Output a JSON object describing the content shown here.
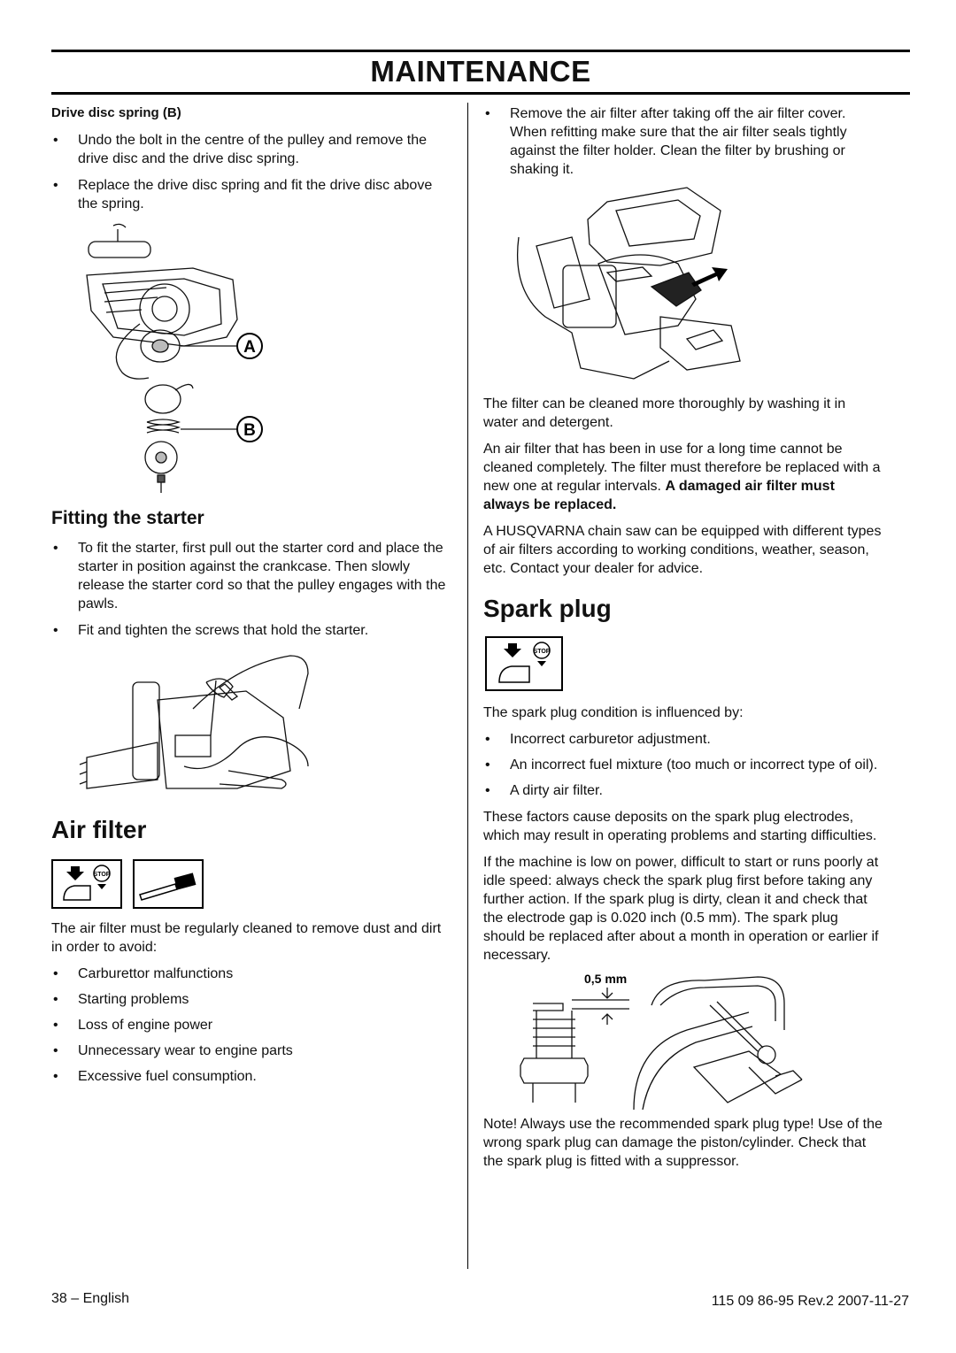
{
  "header": {
    "title": "MAINTENANCE"
  },
  "left": {
    "drive_disc_heading": "Drive disc spring (B)",
    "drive_disc_bullets": [
      "Undo the bolt in the centre of the pulley and remove the drive disc and the drive disc spring.",
      "Replace the drive disc spring and fit the drive disc above the spring."
    ],
    "starter_callouts": [
      "A",
      "B"
    ],
    "fitting_heading": "Fitting the starter",
    "fitting_bullets": [
      "To fit the starter, first pull out the starter cord and place the starter in position against the crankcase. Then slowly release the starter cord so that the pulley engages with the pawls.",
      "Fit and tighten the screws that hold the starter."
    ],
    "air_filter_heading": "Air filter",
    "stop_label": "STOP",
    "air_filter_intro": "The air filter must be regularly cleaned to remove dust and dirt in order to avoid:",
    "air_filter_bullets": [
      "Carburettor malfunctions",
      "Starting problems",
      "Loss of engine power",
      "Unnecessary wear to engine parts",
      "Excessive fuel consumption."
    ]
  },
  "right": {
    "filter_bullet": "Remove the air filter after taking off the air filter cover. When refitting make sure that the air filter seals tightly against the filter holder. Clean the filter by brushing or shaking it.",
    "filter_p1": "The filter can be cleaned more thoroughly by washing it in water and detergent.",
    "filter_p2_text": "An air filter that has been in use for a long time cannot be cleaned completely. The filter must therefore be replaced with a new one at regular intervals. ",
    "filter_p2_bold": "A damaged air filter must always be replaced.",
    "filter_p3": "A HUSQVARNA chain saw can be equipped with different types of air filters according to working conditions, weather, season, etc. Contact your dealer for advice.",
    "spark_heading": "Spark plug",
    "stop_label": "STOP",
    "spark_intro": "The spark plug condition is influenced by:",
    "spark_bullets": [
      "Incorrect carburetor adjustment.",
      "An incorrect fuel mixture (too much or incorrect type of oil).",
      "A dirty air filter."
    ],
    "spark_p1": "These factors cause deposits on the spark plug electrodes, which may result in operating problems and starting difficulties.",
    "spark_p2": "If the machine is low on power, difficult to start or runs poorly at idle speed: always check the spark plug first before taking any further action. If the spark plug is dirty, clean it and check that the electrode gap is 0.020 inch (0.5 mm). The spark plug should be replaced after about a month in operation or earlier if necessary.",
    "gap_label": "0,5 mm",
    "note": "Note! Always use the recommended spark plug type! Use of the wrong spark plug can damage the piston/cylinder. Check that the spark plug is fitted with a suppressor."
  },
  "footer": {
    "page": "38 – English",
    "doc_ref": "115 09 86-95 Rev.2 2007-11-27"
  }
}
